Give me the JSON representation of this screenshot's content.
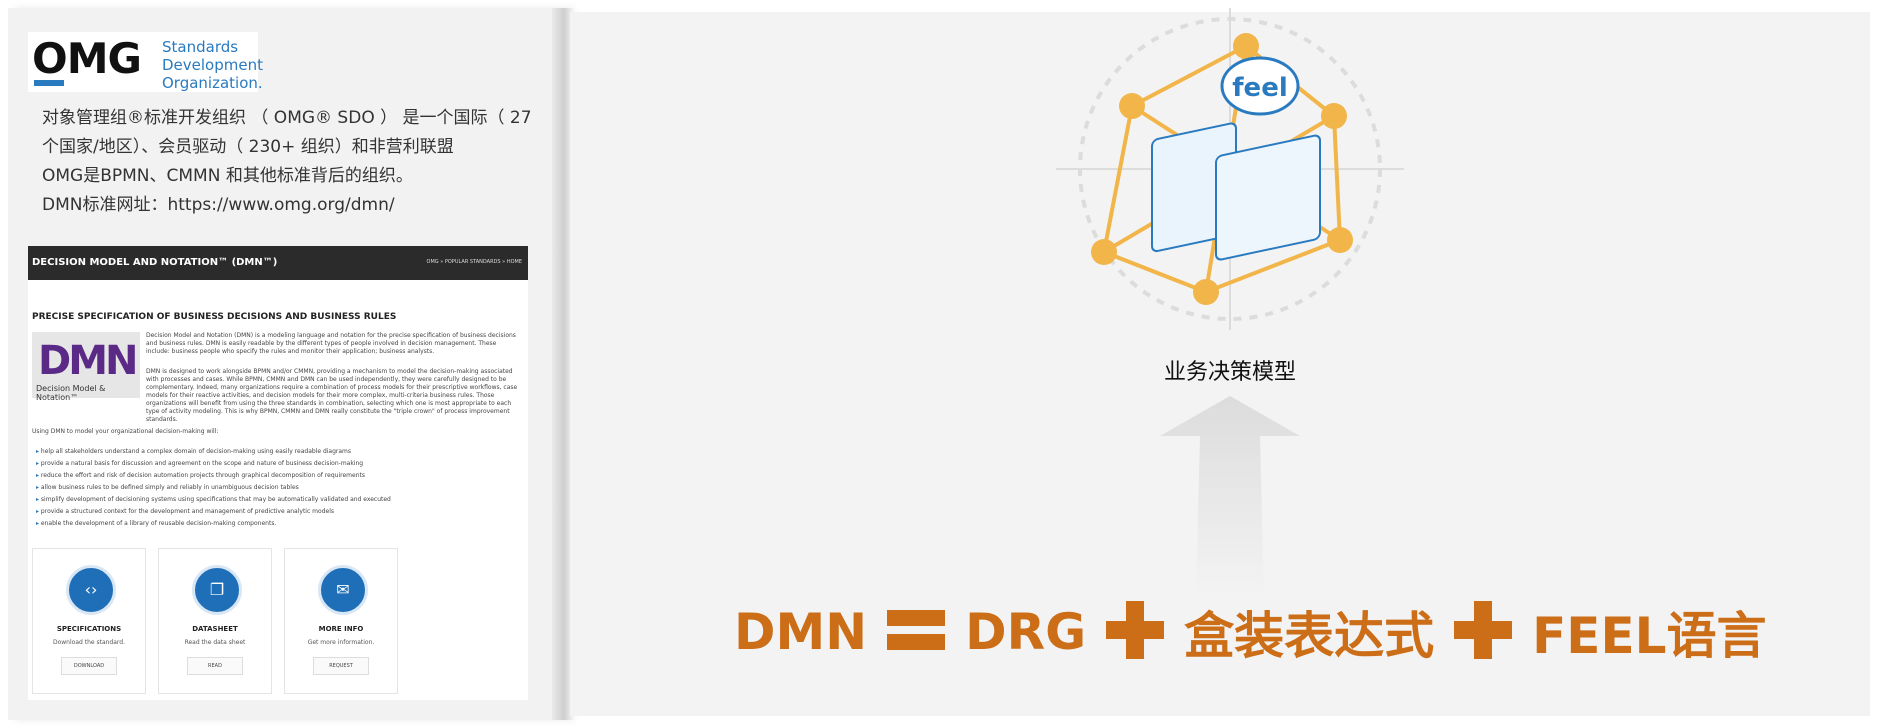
{
  "omg": {
    "letters": "OMG",
    "lines": [
      "Standards",
      "Development",
      "Organization."
    ]
  },
  "intro": {
    "line1": "对象管理组®标准开发组织 （ OMG® SDO ） 是一个国际（ 27",
    "line2": "个国家/地区）、会员驱动（ 230+ 组织）和非营利联盟",
    "line3": "OMG是BPMN、CMMN 和其他标准背后的组织。",
    "line4": "DMN标准网址：https://www.omg.org/dmn/"
  },
  "dmn_page": {
    "header_title": "DECISION MODEL AND NOTATION™ (DMN™)",
    "nav": "OMG  »  POPULAR STANDARDS  »  HOME",
    "section_title": "PRECISE SPECIFICATION OF BUSINESS DECISIONS AND BUSINESS RULES",
    "logo_text": "DMN",
    "logo_caption": "Decision Model & Notation™",
    "para1": "Decision Model and Notation (DMN) is a modeling language and notation for the precise specification of business decisions and business rules. DMN is easily readable by the different types of people involved in decision management. These include: business people who specify the rules and monitor their application; business analysts.",
    "para2": "DMN is designed to work alongside BPMN and/or CMMN, providing a mechanism to model the decision-making associated with processes and cases. While BPMN, CMMN and DMN can be used independently, they were carefully designed to be complementary. Indeed, many organizations require a combination of process models for their prescriptive workflows, case models for their reactive activities, and decision models for their more complex, multi-criteria business rules. Those organizations will benefit from using the three standards in combination, selecting which one is most appropriate to each type of activity modeling. This is why BPMN, CMMN and DMN really constitute the \"triple crown\" of process improvement standards.",
    "using_line": "Using DMN to model your organizational decision-making will:",
    "bullets": [
      "help all stakeholders understand a complex domain of decision-making using easily readable diagrams",
      "provide a natural basis for discussion and agreement on the scope and nature of business decision-making",
      "reduce the effort and risk of decision automation projects through graphical decomposition of requirements",
      "allow business rules to be defined simply and reliably in unambiguous decision tables",
      "simplify development of decisioning systems using specifications that may be automatically validated and executed",
      "provide a structured context for the development and management of predictive analytic models",
      "enable the development of a library of reusable decision-making components."
    ],
    "cards": [
      {
        "title": "SPECIFICATIONS",
        "desc": "Download the standard.",
        "button": "DOWNLOAD",
        "icon": "code-icon"
      },
      {
        "title": "DATASHEET",
        "desc": "Read the data sheet",
        "button": "READ",
        "icon": "copy-icon"
      },
      {
        "title": "MORE INFO",
        "desc": "Get more information.",
        "button": "REQUEST",
        "icon": "mail-icon"
      }
    ]
  },
  "model": {
    "bubble_text": "feel",
    "caption": "业务决策模型"
  },
  "equation": {
    "t1": "DMN",
    "t2": "DRG",
    "t3": "盒装表达式",
    "t4": "FEEL语言"
  },
  "colors": {
    "accent_orange": "#cc6d17",
    "node_orange": "#f1b54a",
    "omg_blue": "#2a7ac0"
  }
}
